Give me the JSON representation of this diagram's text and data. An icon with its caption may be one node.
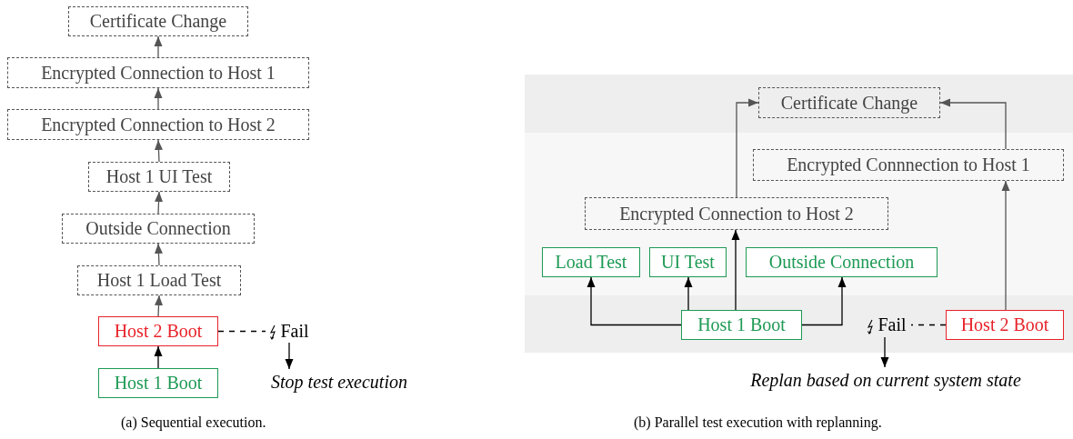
{
  "diagram": {
    "nodes": [
      {
        "text": [
          "Certificate Change"
        ]
      },
      {
        "text": [
          "Encrypted Connection to Host 1"
        ]
      },
      {
        "text": [
          "Encrypted Connection to Host 2"
        ]
      },
      {
        "text": [
          "Host 1 UI Test"
        ]
      },
      {
        "text": [
          "Outside Connection"
        ]
      },
      {
        "text": [
          "Host 1 Load Test"
        ]
      },
      {
        "text": [
          "Host 2 Boot"
        ]
      },
      {
        "text": [
          "Host 1 Boot"
        ]
      },
      {
        "text": [
          "Fail"
        ]
      },
      {
        "text": [
          "Stop test execution"
        ]
      },
      {
        "text": [
          "Certificate Change"
        ]
      },
      {
        "text": [
          "Encrypted Connnection to Host 1"
        ]
      },
      {
        "text": [
          "Encrypted Connection to Host 2"
        ]
      },
      {
        "text": [
          "Load Test"
        ]
      },
      {
        "text": [
          "UI Test"
        ]
      },
      {
        "text": [
          "Outside Connection"
        ]
      },
      {
        "text": [
          "Host 1 Boot"
        ]
      },
      {
        "text": [
          "Fail"
        ]
      },
      {
        "text": [
          "Host 2 Boot"
        ]
      },
      {
        "text": [
          "Replan based on current system state"
        ]
      }
    ],
    "edges": [
      {
        "from": 7,
        "to": 6,
        "arrow": "to",
        "color": "#000000"
      },
      {
        "from": 6,
        "to": 5,
        "arrow": "to"
      },
      {
        "from": 5,
        "to": 4,
        "arrow": "to"
      },
      {
        "from": 4,
        "to": 3,
        "arrow": "to"
      },
      {
        "from": 3,
        "to": 2,
        "arrow": "to"
      },
      {
        "from": 2,
        "to": 1,
        "arrow": "to"
      },
      {
        "from": 1,
        "to": 0,
        "arrow": "to"
      },
      {
        "from": 6,
        "to": 8,
        "arrow": "none",
        "style": "dashed",
        "color": "#000000"
      },
      {
        "from": 8,
        "to": 9,
        "arrow": "to",
        "color": "#000000"
      },
      {
        "from": 16,
        "to": 13,
        "arrow": "to",
        "color": "#000000"
      },
      {
        "from": 16,
        "to": 14,
        "arrow": "to",
        "color": "#000000"
      },
      {
        "from": 16,
        "to": 12,
        "arrow": "to",
        "color": "#000000"
      },
      {
        "from": 16,
        "to": 15,
        "arrow": "to",
        "color": "#000000"
      },
      {
        "from": 12,
        "to": 10,
        "arrow": "to"
      },
      {
        "from": 11,
        "to": 10,
        "arrow": "to"
      },
      {
        "from": 18,
        "to": 11,
        "arrow": "to"
      },
      {
        "from": 18,
        "to": 17,
        "arrow": "none",
        "style": "dashed",
        "color": "#000000"
      },
      {
        "from": 17,
        "to": 19,
        "arrow": "to",
        "color": "#000000"
      }
    ],
    "labels": [
      "(a) Sequential execution.",
      "(b) Parallel test execution with replanning."
    ]
  }
}
